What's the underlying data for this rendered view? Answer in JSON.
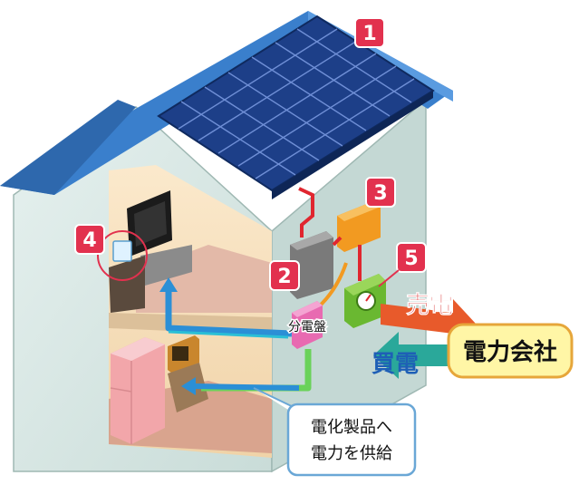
{
  "markers": {
    "m1": "1",
    "m2": "2",
    "m3": "3",
    "m4": "4",
    "m5": "5"
  },
  "labels": {
    "distribution_board": "分電盤",
    "sell_power": "売電",
    "buy_power": "買電",
    "power_company": "電力会社",
    "supply_line1": "電化製品へ",
    "supply_line2": "電力を供給"
  },
  "colors": {
    "roof": "#3a7fcc",
    "panel": "#1d3f88",
    "wall": "#dbe9e6",
    "interior": "#f4ddb8",
    "marker": "#e2314e",
    "sell_arrow": "#e85a2b",
    "buy_arrow": "#2aa89a",
    "company_box": "#fff6a6",
    "distribution_board": "#e86ab1",
    "meter": "#6ab831",
    "pcs": "#f29a21"
  }
}
